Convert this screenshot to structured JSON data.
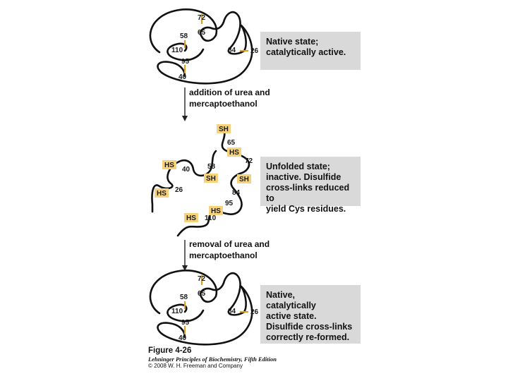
{
  "native_top": {
    "residues": {
      "r72": "72",
      "r65": "65",
      "r58": "58",
      "r110": "110",
      "r84": "84",
      "r26": "26",
      "r95": "95",
      "r40": "40"
    },
    "description": "Native state;\ncatalytically active."
  },
  "step1": {
    "line1": "addition of urea and",
    "line2": "mercaptoethanol"
  },
  "unfolded": {
    "residues": {
      "r65": "65",
      "r72": "72",
      "r58": "58",
      "r40": "40",
      "r26": "26",
      "r84": "84",
      "r95": "95",
      "r110": "110"
    },
    "groups": {
      "sh_top": "SH",
      "hs_72": "HS",
      "hs_40": "HS",
      "sh_58": "SH",
      "sh_84": "SH",
      "hs_26": "HS",
      "hs_95": "HS",
      "hs_110": "HS"
    },
    "description": "Unfolded state;\ninactive.  Disulfide\ncross-links reduced to\nyield Cys residues."
  },
  "step2": {
    "line1": "removal of urea and",
    "line2": "mercaptoethanol"
  },
  "native_bottom": {
    "residues": {
      "r72": "72",
      "r65": "65",
      "r58": "58",
      "r110": "110",
      "r84": "84",
      "r26": "26",
      "r95": "95",
      "r40": "40"
    },
    "description": "Native,\ncatalytically\nactive state.\nDisulfide cross-links\ncorrectly re-formed."
  },
  "caption": {
    "figure": "Figure 4-26",
    "book": "Lehninger Principles of Biochemistry, Fifth Edition",
    "copyright": "© 2008 W. H. Freeman and Company"
  },
  "colors": {
    "bond": "#d8a21c",
    "sh_highlight": "#f6d27a",
    "box": "#d9d9d9"
  }
}
